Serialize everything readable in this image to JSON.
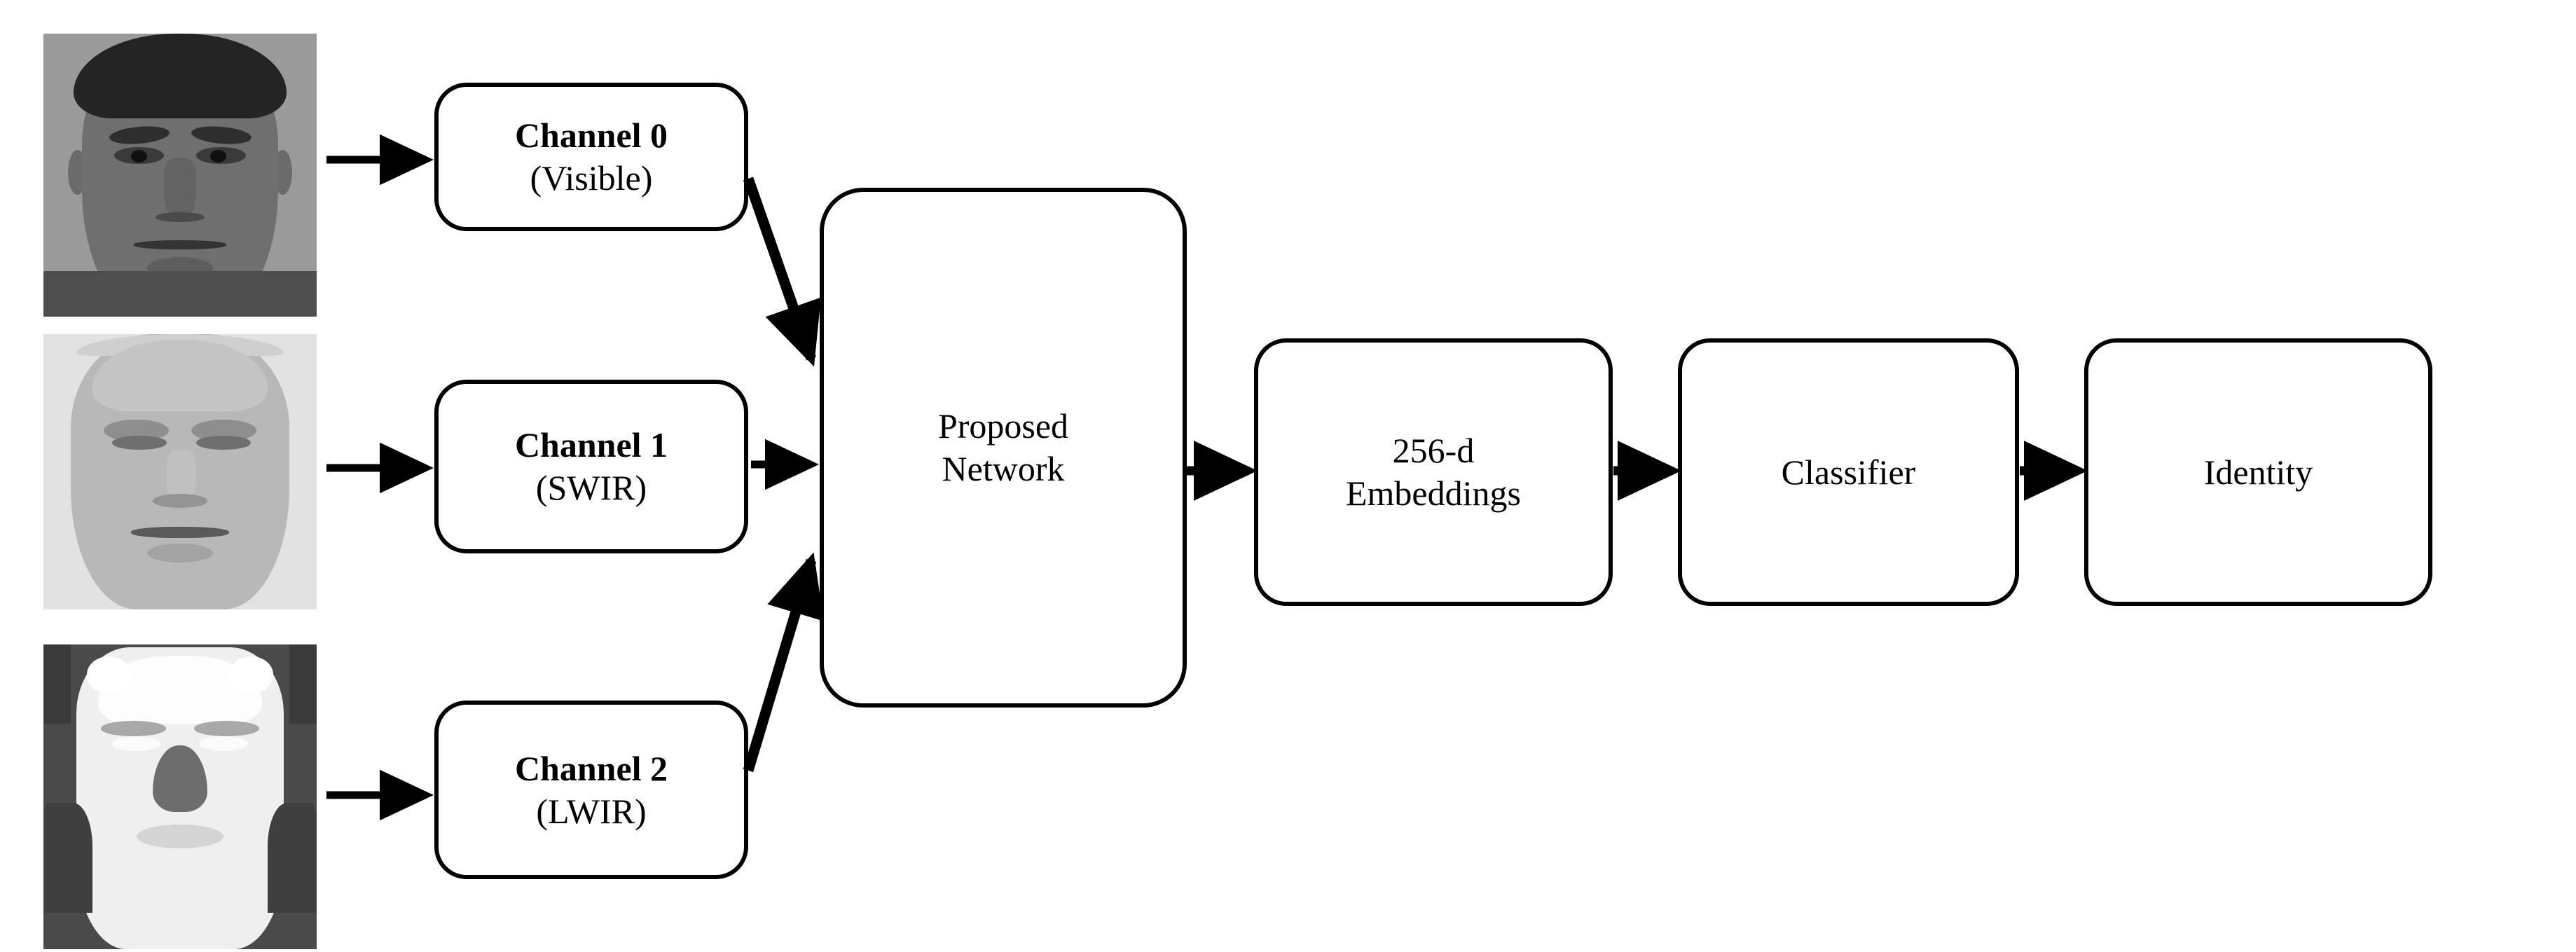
{
  "figure": {
    "type": "pipeline-block-diagram",
    "background_color": "#ffffff",
    "stroke_color": "#000000"
  },
  "inputs": [
    {
      "name": "visible-face-thumbnail",
      "modality": "Visible",
      "description": "grayscale visible-spectrum frontal face photograph",
      "tone": "mid-gray skin with dark hair"
    },
    {
      "name": "swir-face-thumbnail",
      "modality": "SWIR",
      "description": "short-wave infrared frontal face image",
      "tone": "bright low-contrast light-gray face"
    },
    {
      "name": "lwir-face-thumbnail",
      "modality": "LWIR",
      "description": "long-wave infrared thermal frontal face image",
      "tone": "very bright white face on dark background"
    }
  ],
  "channels": [
    {
      "title": "Channel 0",
      "subtitle": "(Visible)"
    },
    {
      "title": "Channel 1",
      "subtitle": "(SWIR)"
    },
    {
      "title": "Channel 2",
      "subtitle": "(LWIR)"
    }
  ],
  "stages": {
    "network": {
      "line1": "Proposed",
      "line2": "Network"
    },
    "embeddings": {
      "line1": "256-d",
      "line2": "Embeddings"
    },
    "classifier": {
      "line1": "Classifier"
    },
    "identity": {
      "line1": "Identity"
    }
  },
  "connections": [
    {
      "from": "visible-face-thumbnail",
      "to": "Channel 0",
      "style": "straight-arrow"
    },
    {
      "from": "swir-face-thumbnail",
      "to": "Channel 1",
      "style": "straight-arrow"
    },
    {
      "from": "lwir-face-thumbnail",
      "to": "Channel 2",
      "style": "straight-arrow"
    },
    {
      "from": "Channel 0",
      "to": "Proposed Network",
      "style": "diagonal-arrow"
    },
    {
      "from": "Channel 1",
      "to": "Proposed Network",
      "style": "straight-arrow"
    },
    {
      "from": "Channel 2",
      "to": "Proposed Network",
      "style": "diagonal-arrow"
    },
    {
      "from": "Proposed Network",
      "to": "256-d Embeddings",
      "style": "straight-arrow"
    },
    {
      "from": "256-d Embeddings",
      "to": "Classifier",
      "style": "straight-arrow"
    },
    {
      "from": "Classifier",
      "to": "Identity",
      "style": "straight-arrow"
    }
  ]
}
